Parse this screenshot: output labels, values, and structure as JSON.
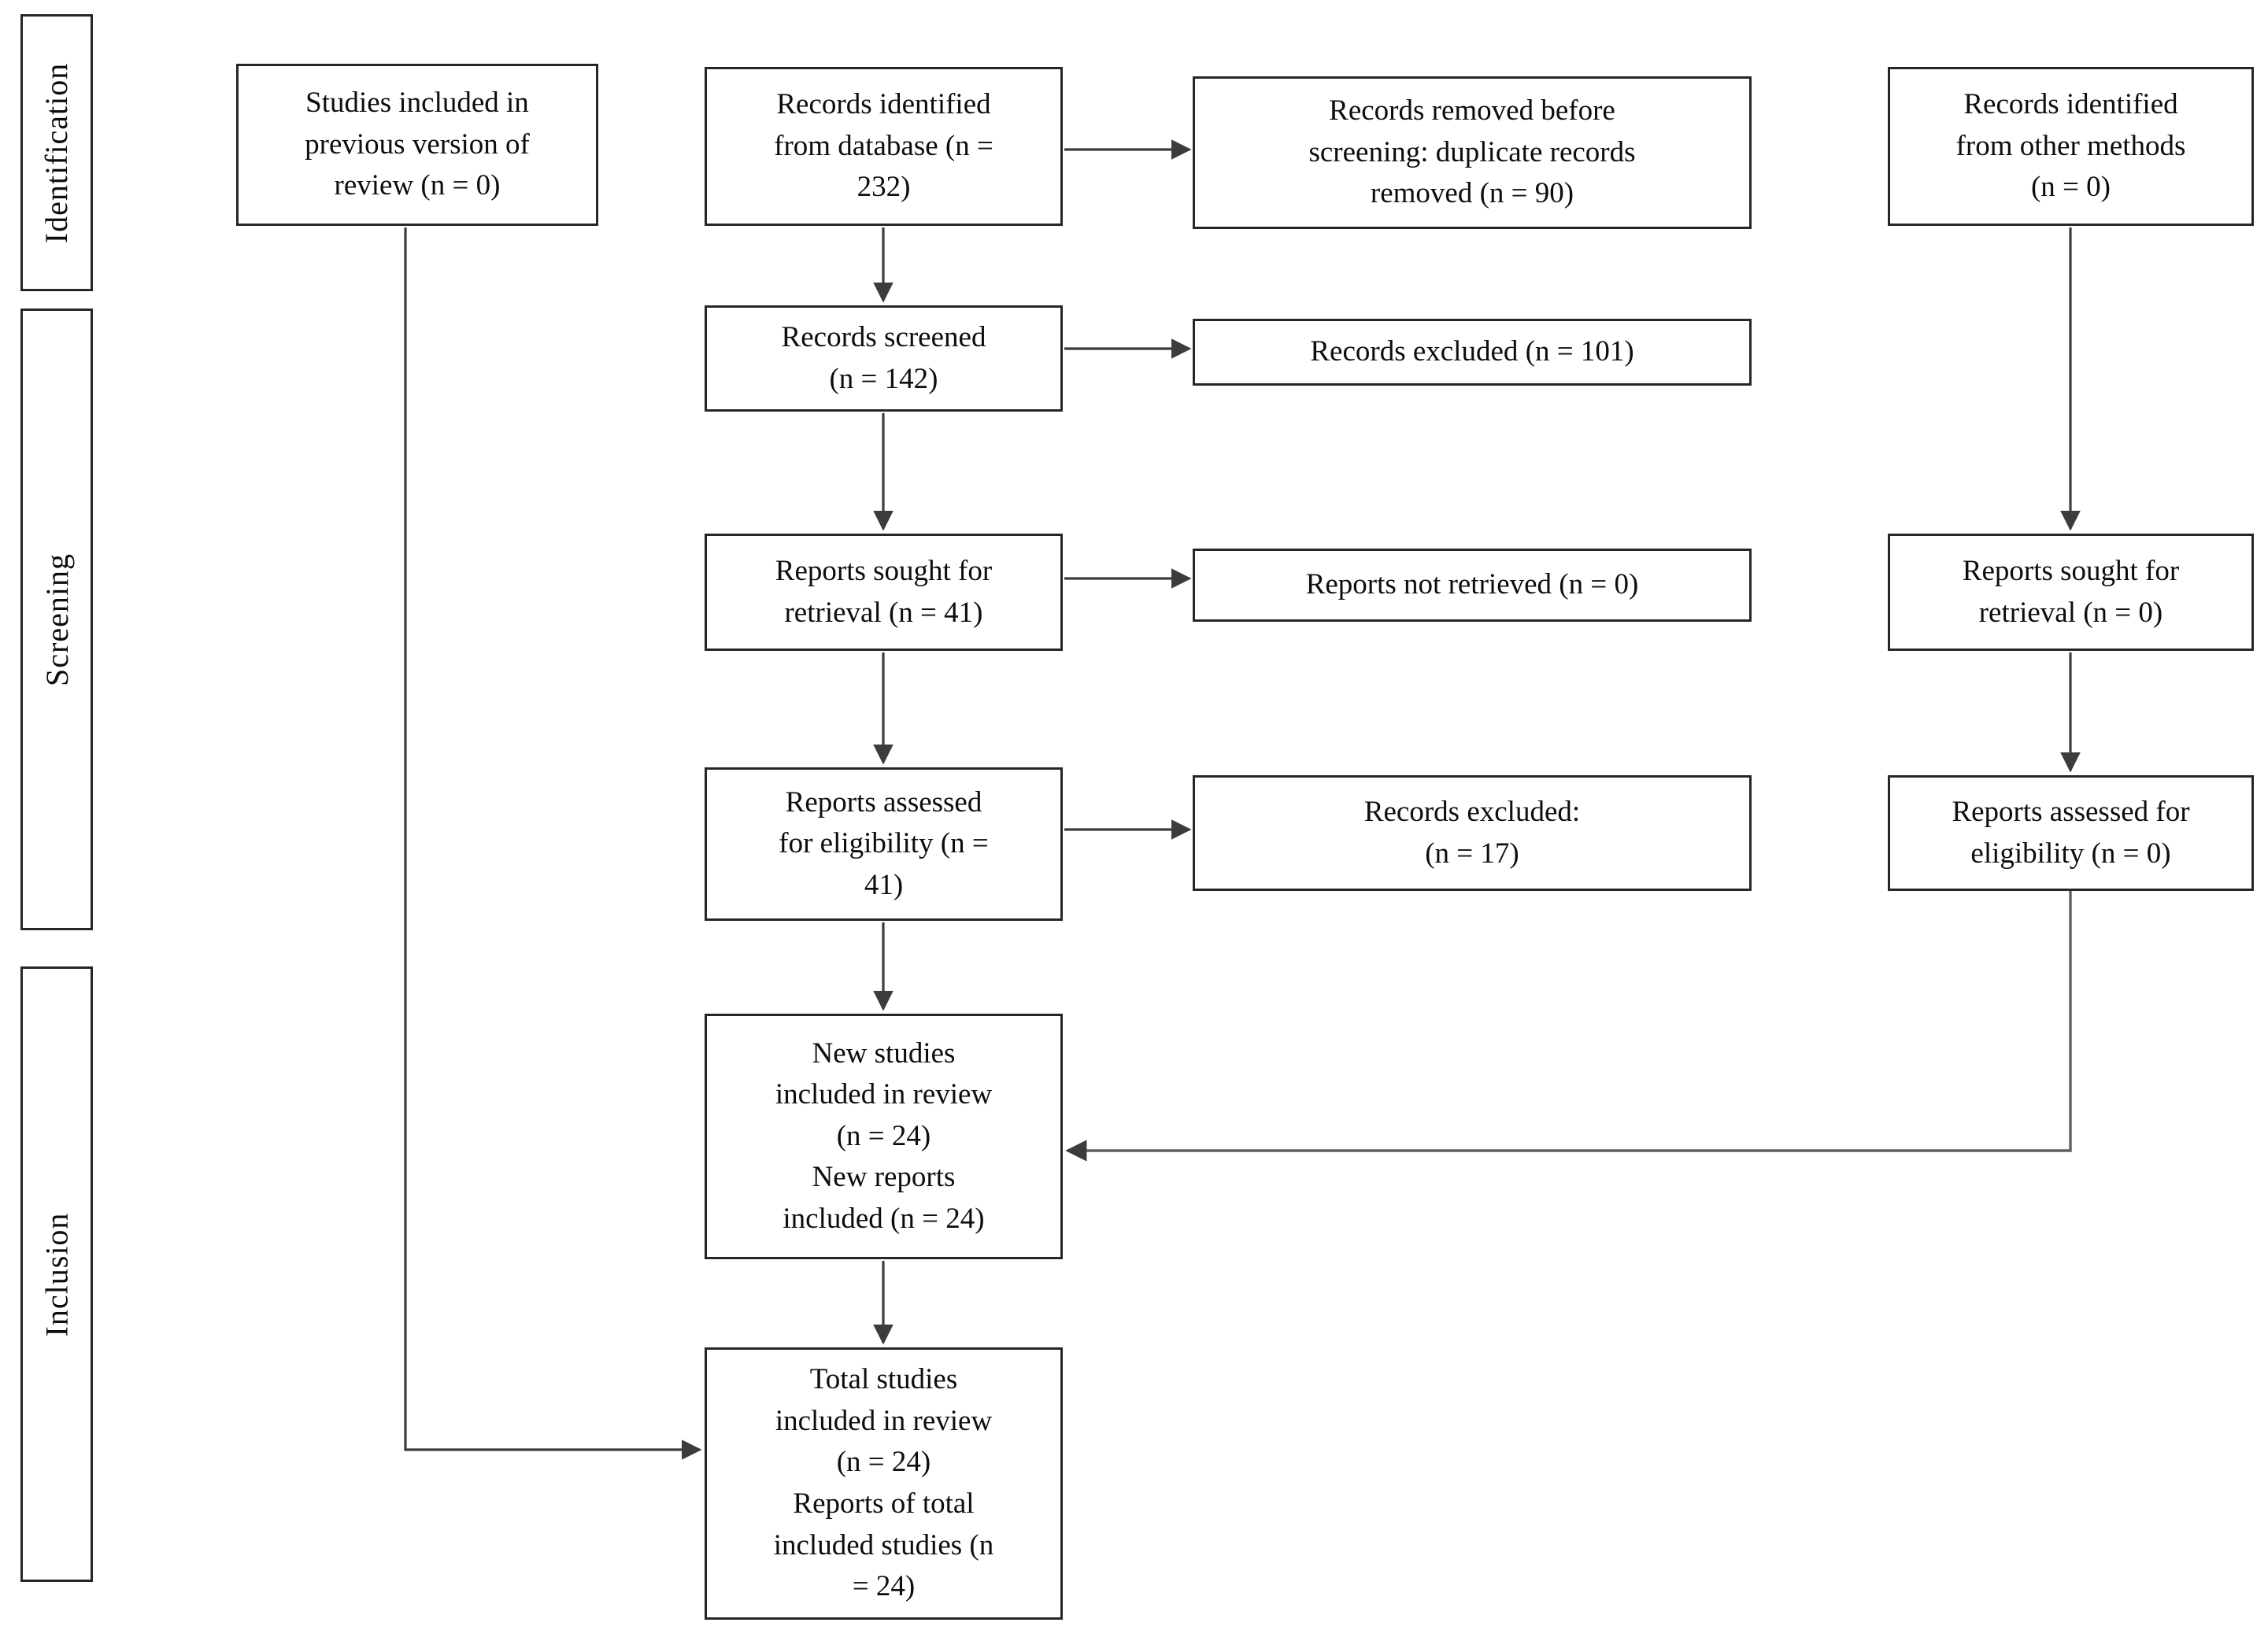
{
  "figure": {
    "type": "prisma-flow-diagram"
  },
  "colors": {
    "background": "#ffffff",
    "box_border": "#262626",
    "text": "#0d0d0d",
    "connector": "#3c3c3c",
    "connector_secondary": "#606060"
  },
  "stages": {
    "identification": {
      "label": "Identification"
    },
    "screening": {
      "label": "Screening"
    },
    "inclusion": {
      "label": "Inclusion"
    }
  },
  "boxes": {
    "previous_version": {
      "label": "Studies included in\nprevious version of\nreview (n = 0)"
    },
    "records_identified_database": {
      "label": "Records identified\nfrom database (n =\n232)"
    },
    "records_removed": {
      "label": "Records removed before\nscreening: duplicate records\nremoved (n = 90)"
    },
    "records_identified_other": {
      "label": "Records identified\nfrom other methods\n(n = 0)"
    },
    "records_screened": {
      "label": "Records screened\n(n = 142)"
    },
    "records_excluded_101": {
      "label": "Records excluded (n = 101)"
    },
    "reports_sought": {
      "label": "Reports sought for\nretrieval (n = 41)"
    },
    "reports_not_retrieved": {
      "label": "Reports not retrieved (n = 0)"
    },
    "reports_assessed": {
      "label": "Reports assessed\nfor eligibility (n =\n41)"
    },
    "records_excluded_17": {
      "label": "Records excluded:\n(n = 17)"
    },
    "reports_sought_other": {
      "label": "Reports sought for\nretrieval (n = 0)"
    },
    "reports_assessed_other": {
      "label": "Reports assessed for\neligibility (n = 0)"
    },
    "new_studies": {
      "label": "New studies\nincluded in review\n(n = 24)\nNew reports\nincluded (n = 24)"
    },
    "total_studies": {
      "label": "Total studies\nincluded in review\n(n = 24)\nReports of total\nincluded studies (n\n= 24)"
    }
  }
}
